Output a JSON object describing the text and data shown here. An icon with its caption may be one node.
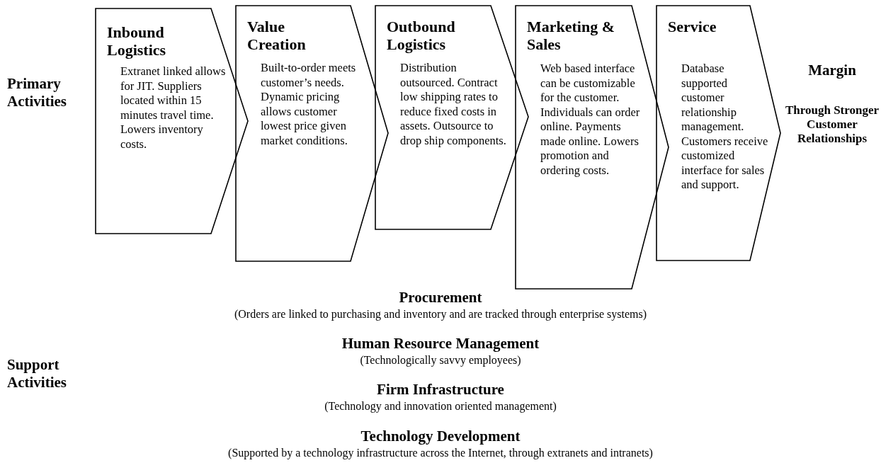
{
  "diagram": {
    "nodes": [
      {
        "text": [
          "Inbound Logistics",
          "Extranet linked allows for JIT. Suppliers located within 15 minutes travel time. Lowers inventory costs."
        ]
      },
      {
        "text": [
          "Value Creation",
          "Built-to-order meets customer’s needs. Dynamic pricing allows customer lowest price given market conditions."
        ]
      },
      {
        "text": [
          "Outbound Logistics",
          "Distribution outsourced. Contract low shipping rates to reduce fixed costs in assets. Outsource to drop ship components."
        ]
      },
      {
        "text": [
          "Marketing & Sales",
          "Web based interface can be customizable for the customer. Individuals can order online. Payments made online. Lowers promotion and ordering costs."
        ]
      },
      {
        "text": [
          "Service",
          "Database supported customer relationship management. Customers receive customized interface for sales and support."
        ]
      }
    ],
    "labels": [
      "Primary Activities",
      "Margin",
      "Through Stronger Customer Relationships",
      "Procurement",
      "(Orders are linked to purchasing and inventory and are tracked through enterprise systems)",
      "Human Resource Management",
      "Support Activities",
      "(Technologically savvy employees)",
      "Firm Infrastructure",
      "(Technology and innovation oriented management)",
      "Technology Development",
      "(Supported by a technology infrastructure across the Internet, through extranets and intranets)"
    ]
  }
}
